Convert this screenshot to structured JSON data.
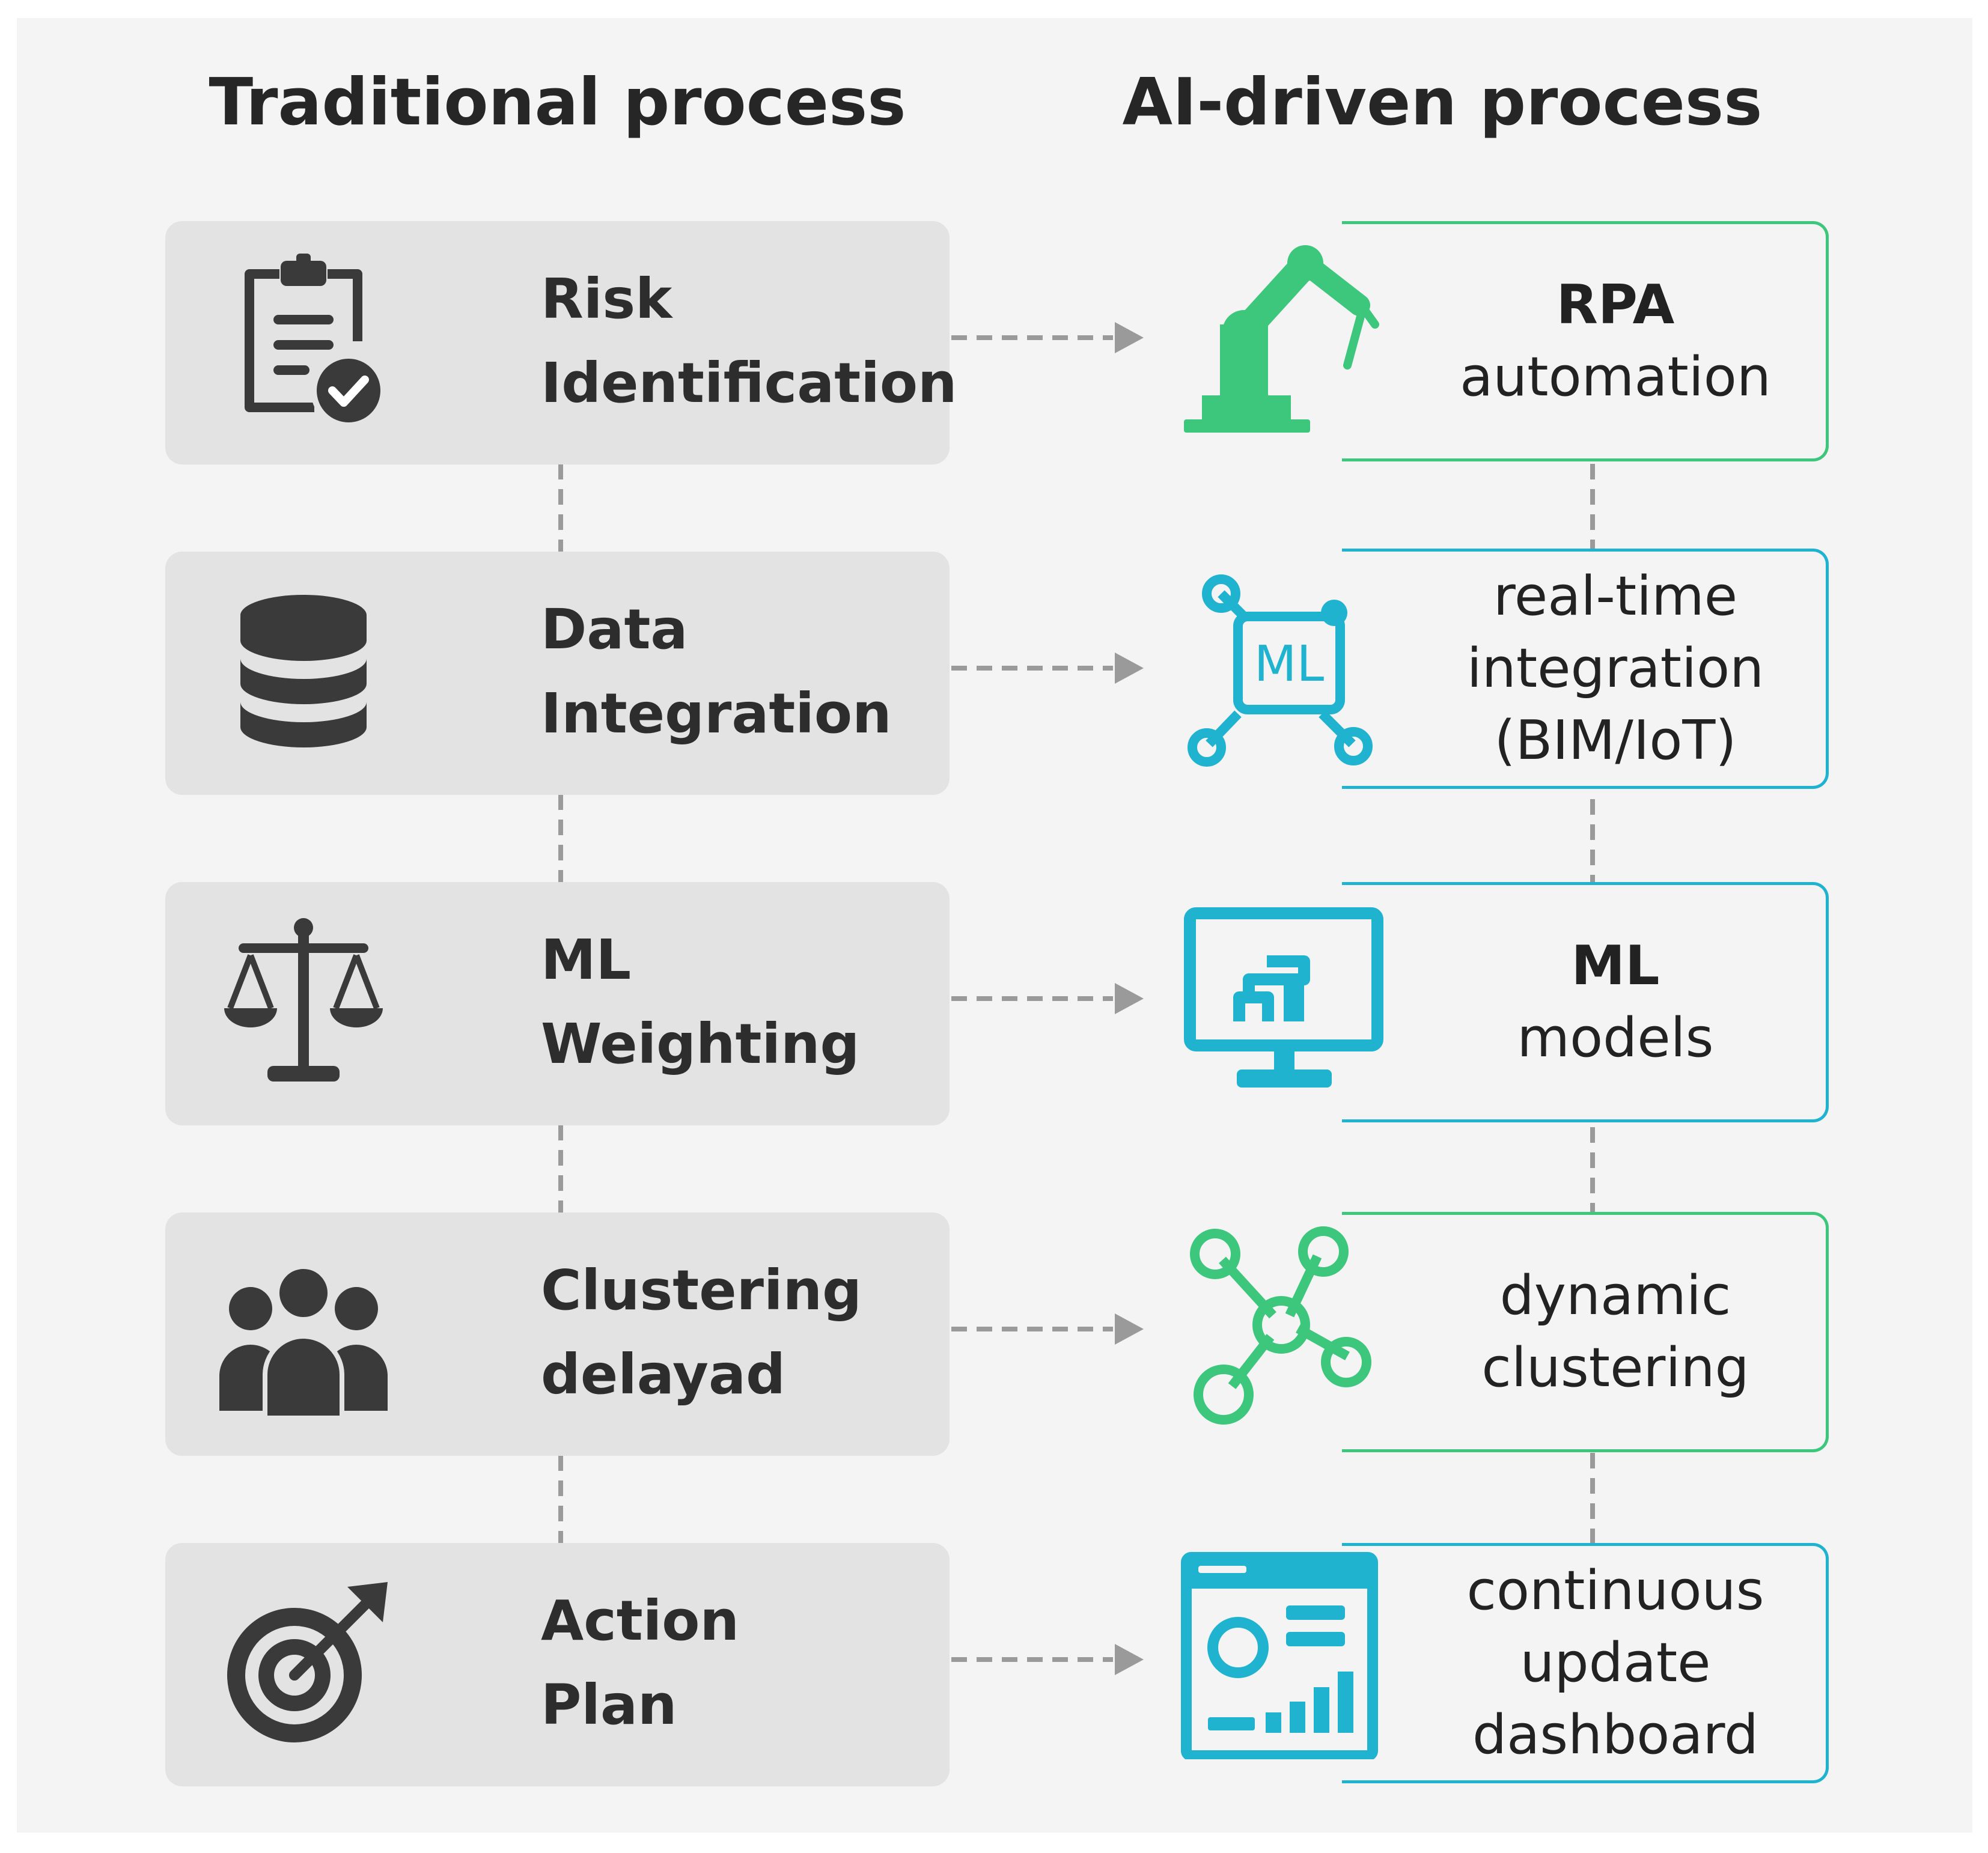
{
  "headers": {
    "traditional": "Traditional process",
    "ai": "AI-driven process"
  },
  "traditional_steps": [
    {
      "icon": "clipboard-check-icon",
      "line1": "Risk",
      "line2": "Identification"
    },
    {
      "icon": "database-icon",
      "line1": "Data",
      "line2": "Integration"
    },
    {
      "icon": "scales-icon",
      "line1": "ML",
      "line2": "Weighting"
    },
    {
      "icon": "people-group-icon",
      "line1": "Clustering",
      "line2": "delayad"
    },
    {
      "icon": "target-arrow-icon",
      "line1": "Action",
      "line2": "Plan"
    }
  ],
  "ai_steps": [
    {
      "icon": "robot-arm-icon",
      "lines": [
        "RPA",
        "automation"
      ],
      "accent": "#3cc77c"
    },
    {
      "icon": "ml-network-icon",
      "lines": [
        "real-time",
        "integration",
        "(BIM/IoT)"
      ],
      "accent": "#1fb3d0",
      "badge": "ML"
    },
    {
      "icon": "monitor-chart-icon",
      "lines": [
        "ML",
        "models"
      ],
      "accent": "#1fb3d0"
    },
    {
      "icon": "cluster-nodes-icon",
      "lines": [
        "dynamic",
        "clustering"
      ],
      "accent": "#3cc77c"
    },
    {
      "icon": "dashboard-icon",
      "lines": [
        "continuous",
        "update",
        "dashboard"
      ],
      "accent": "#1fb3d0"
    }
  ],
  "colors": {
    "icon_dark": "#3a3a3a",
    "green": "#3cc77c",
    "blue": "#1fb3d0",
    "connector": "#9a9a9a"
  }
}
